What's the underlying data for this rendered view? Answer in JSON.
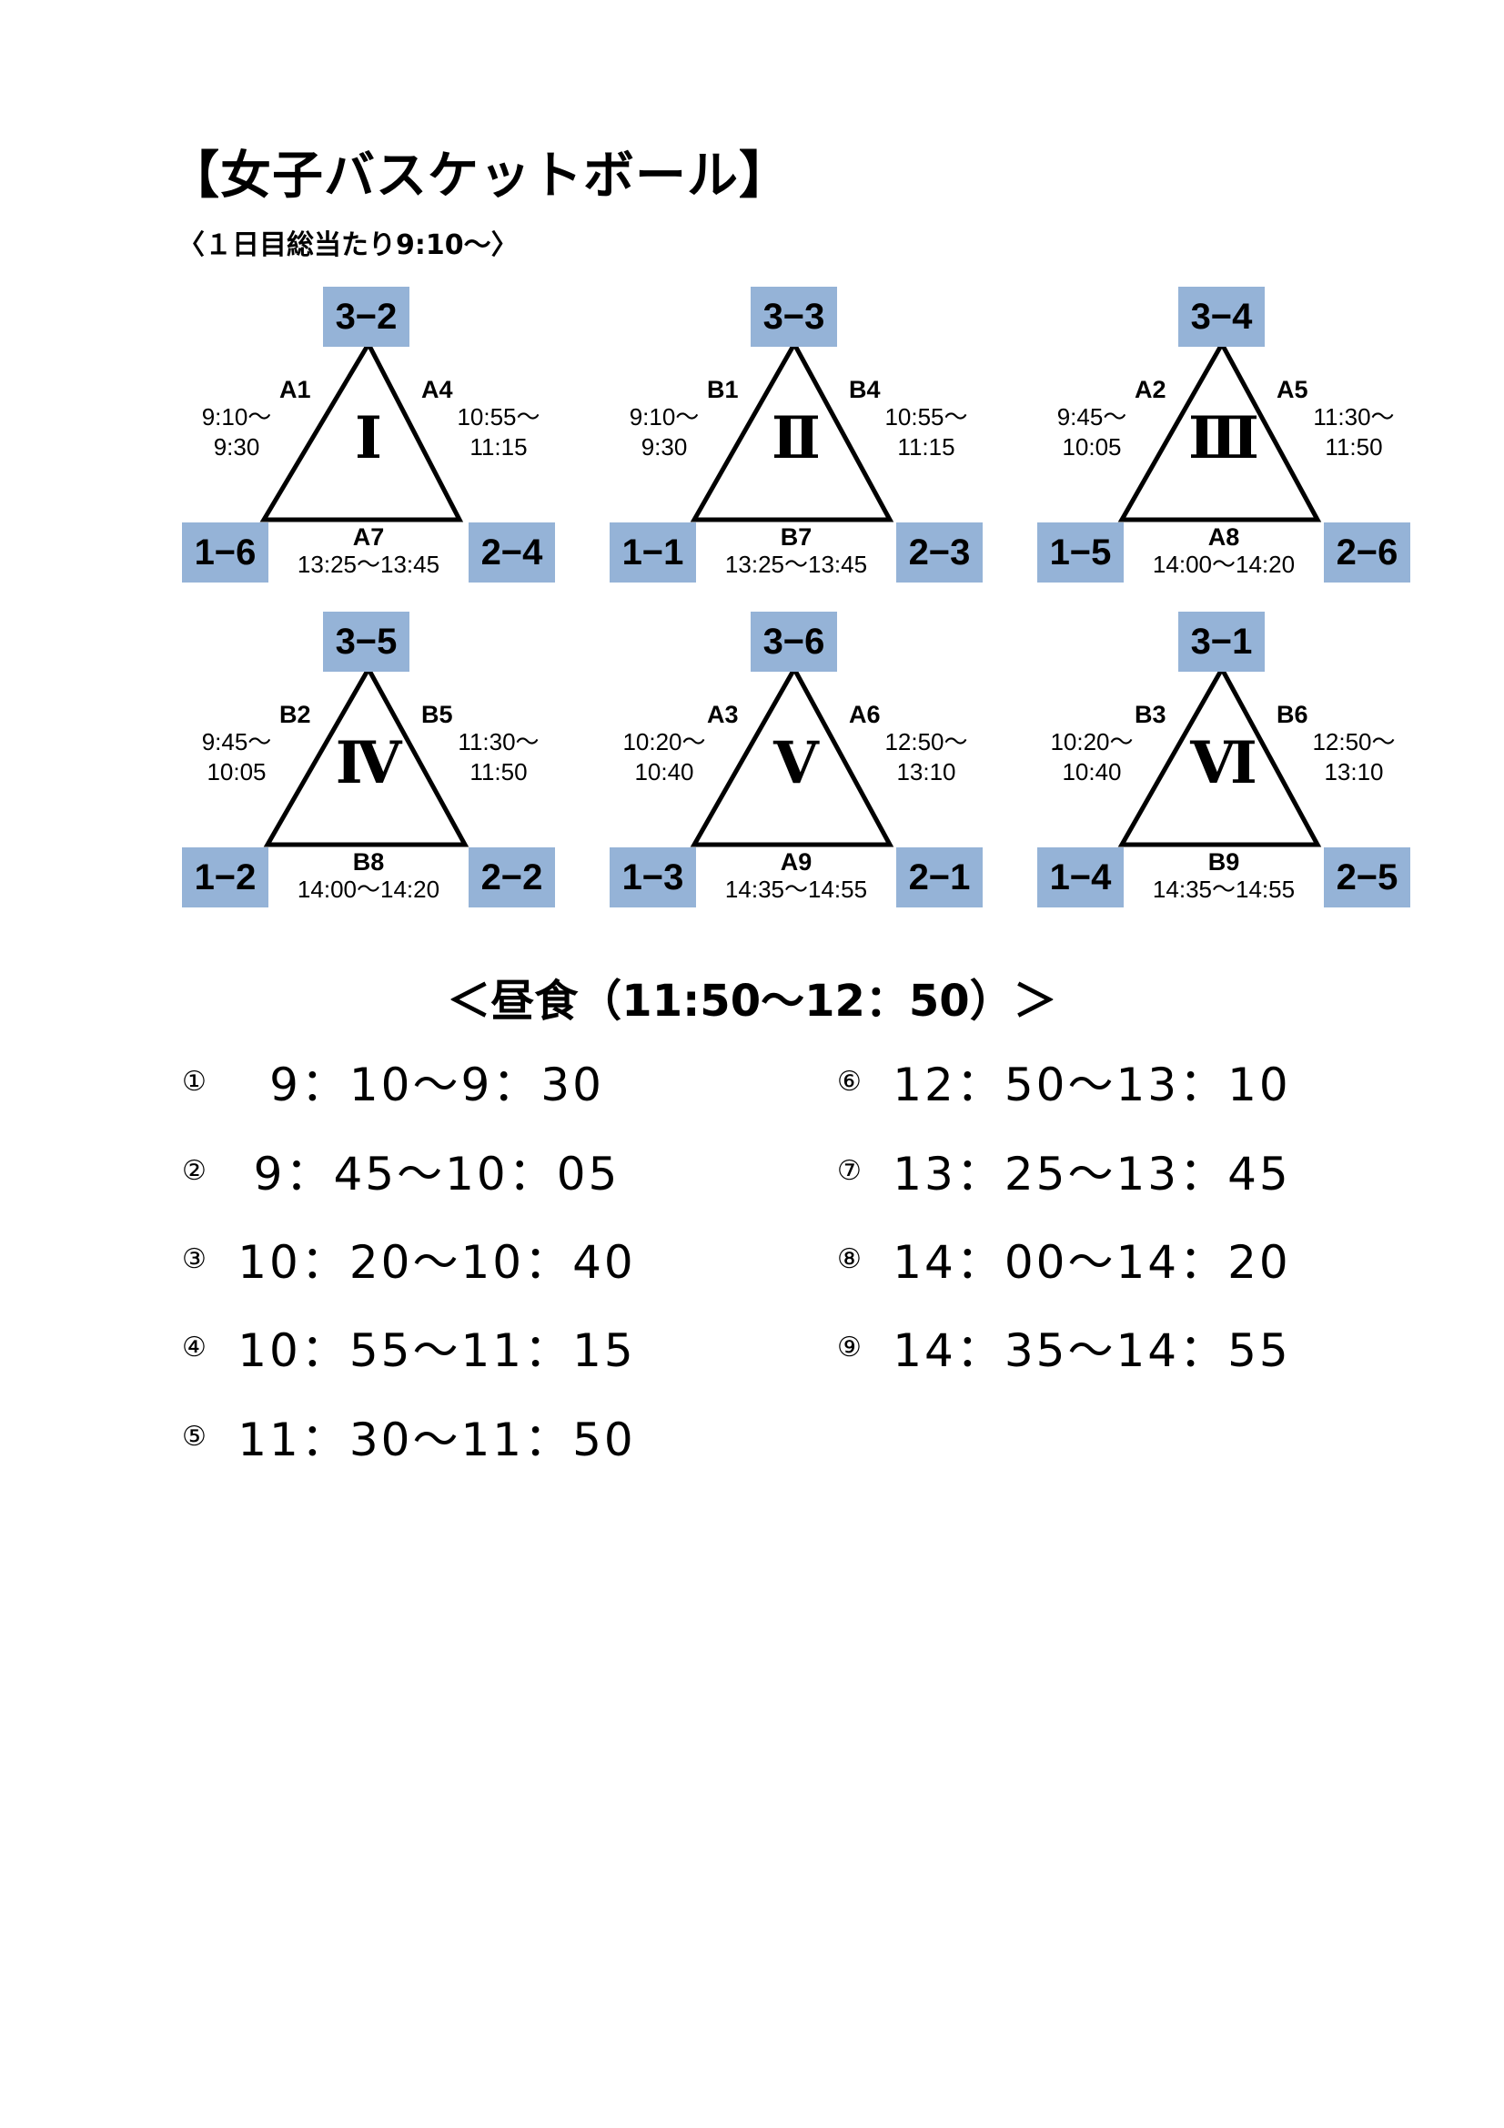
{
  "title": "【女子バスケットボール】",
  "subtitle": "〈１日目総当たり9:10～〉",
  "groups": [
    {
      "roman": "Ⅰ",
      "top_team": "3−2",
      "bottom_left_team": "1−6",
      "bottom_right_team": "2−4",
      "left_match": {
        "label": "A1",
        "time1": "9:10～",
        "time2": "9:30"
      },
      "right_match": {
        "label": "A4",
        "time1": "10:55～",
        "time2": "11:15"
      },
      "bottom_match": {
        "label": "A7",
        "time": "13:25～13:45"
      }
    },
    {
      "roman": "Ⅱ",
      "top_team": "3−3",
      "bottom_left_team": "1−1",
      "bottom_right_team": "2−3",
      "left_match": {
        "label": "B1",
        "time1": "9:10～",
        "time2": "9:30"
      },
      "right_match": {
        "label": "B4",
        "time1": "10:55～",
        "time2": "11:15"
      },
      "bottom_match": {
        "label": "B7",
        "time": "13:25～13:45"
      }
    },
    {
      "roman": "Ⅲ",
      "top_team": "3−4",
      "bottom_left_team": "1−5",
      "bottom_right_team": "2−6",
      "left_match": {
        "label": "A2",
        "time1": "9:45～",
        "time2": "10:05"
      },
      "right_match": {
        "label": "A5",
        "time1": "11:30～",
        "time2": "11:50"
      },
      "bottom_match": {
        "label": "A8",
        "time": "14:00～14:20"
      }
    },
    {
      "roman": "Ⅳ",
      "top_team": "3−5",
      "bottom_left_team": "1−2",
      "bottom_right_team": "2−2",
      "left_match": {
        "label": "B2",
        "time1": "9:45～",
        "time2": "10:05"
      },
      "right_match": {
        "label": "B5",
        "time1": "11:30～",
        "time2": "11:50"
      },
      "bottom_match": {
        "label": "B8",
        "time": "14:00～14:20"
      }
    },
    {
      "roman": "Ⅴ",
      "top_team": "3−6",
      "bottom_left_team": "1−3",
      "bottom_right_team": "2−1",
      "left_match": {
        "label": "A3",
        "time1": "10:20～",
        "time2": "10:40"
      },
      "right_match": {
        "label": "A6",
        "time1": "12:50～",
        "time2": "13:10"
      },
      "bottom_match": {
        "label": "A9",
        "time": "14:35～14:55"
      }
    },
    {
      "roman": "Ⅵ",
      "top_team": "3−1",
      "bottom_left_team": "1−4",
      "bottom_right_team": "2−5",
      "left_match": {
        "label": "B3",
        "time1": "10:20～",
        "time2": "10:40"
      },
      "right_match": {
        "label": "B6",
        "time1": "12:50～",
        "time2": "13:10"
      },
      "bottom_match": {
        "label": "B9",
        "time": "14:35～14:55"
      }
    }
  ],
  "lunch": "＜昼食（11:50～12：50）＞",
  "slots": [
    {
      "num": "①",
      "time": "9：10～9：30"
    },
    {
      "num": "②",
      "time": "9：45～10：05"
    },
    {
      "num": "③",
      "time": "10：20～10：40"
    },
    {
      "num": "④",
      "time": "10：55～11：15"
    },
    {
      "num": "⑤",
      "time": "11：30～11：50"
    },
    {
      "num": "⑥",
      "time": "12：50～13：10"
    },
    {
      "num": "⑦",
      "time": "13：25～13：45"
    },
    {
      "num": "⑧",
      "time": "14：00～14：20"
    },
    {
      "num": "⑨",
      "time": "14：35～14：55"
    }
  ],
  "colors": {
    "team_box": "#95b3d7",
    "line": "#000000"
  }
}
